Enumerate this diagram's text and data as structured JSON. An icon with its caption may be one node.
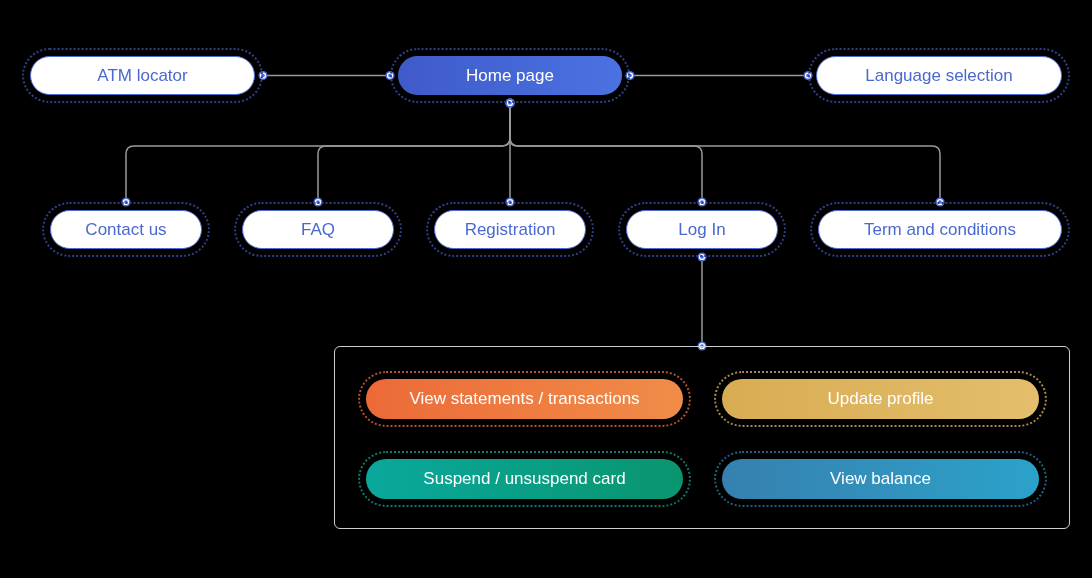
{
  "diagram": {
    "nodes": [
      {
        "text": [
          "ATM locator"
        ]
      },
      {
        "text": [
          "Home page"
        ]
      },
      {
        "text": [
          "Language selection"
        ]
      },
      {
        "text": [
          "Contact us"
        ]
      },
      {
        "text": [
          "FAQ"
        ]
      },
      {
        "text": [
          "Registration"
        ]
      },
      {
        "text": [
          "Log In"
        ]
      },
      {
        "text": [
          "Term and conditions"
        ]
      },
      {
        "text": [],
        "shape": "box"
      },
      {
        "text": [
          "View statements / transactions"
        ],
        "in": 8
      },
      {
        "text": [
          "Update profile"
        ],
        "in": 8
      },
      {
        "text": [
          "Suspend / unsuspend card"
        ],
        "in": 8
      },
      {
        "text": [
          "View balance"
        ],
        "in": 8
      }
    ],
    "edges": [
      {
        "from": 0,
        "to": 1,
        "arrow": "other"
      },
      {
        "from": 1,
        "to": 2,
        "arrow": "other"
      },
      {
        "from": 1,
        "to": 3,
        "arrow": "other"
      },
      {
        "from": 1,
        "to": 4,
        "arrow": "other"
      },
      {
        "from": 1,
        "to": 5,
        "arrow": "other"
      },
      {
        "from": 1,
        "to": 6,
        "arrow": "other"
      },
      {
        "from": 1,
        "to": 7,
        "arrow": "other"
      },
      {
        "from": 6,
        "to": 8,
        "arrow": "other"
      }
    ]
  }
}
